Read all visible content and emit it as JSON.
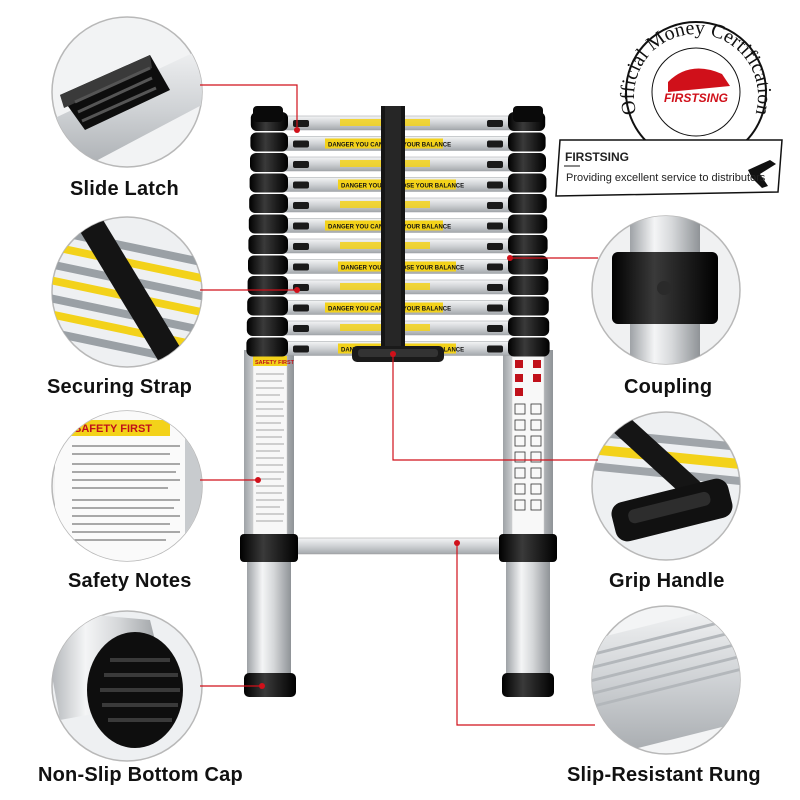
{
  "labels": {
    "slide_latch": "Slide Latch",
    "securing_strap": "Securing Strap",
    "safety_notes": "Safety Notes",
    "non_slip_bottom_cap": "Non-Slip Bottom Cap",
    "coupling": "Coupling",
    "grip_handle": "Grip Handle",
    "slip_resistant_rung": "Slip-Resistant Rung"
  },
  "badge": {
    "ring_text": "Official Money Certification",
    "logo_text": "FIRSTSING",
    "brand": "FIRSTSING",
    "tagline": "Providing excellent service to distributors"
  },
  "ladder": {
    "danger_label": "DANGER",
    "balance_label": "YOU CAN LOSE YOUR BALANCE",
    "safety_first": "SAFETY FIRST"
  },
  "colors": {
    "callout_line": "#d0101a",
    "aluminum": "#d8dadc",
    "black_cap": "#111111",
    "warning_yellow": "#f3d21a"
  }
}
